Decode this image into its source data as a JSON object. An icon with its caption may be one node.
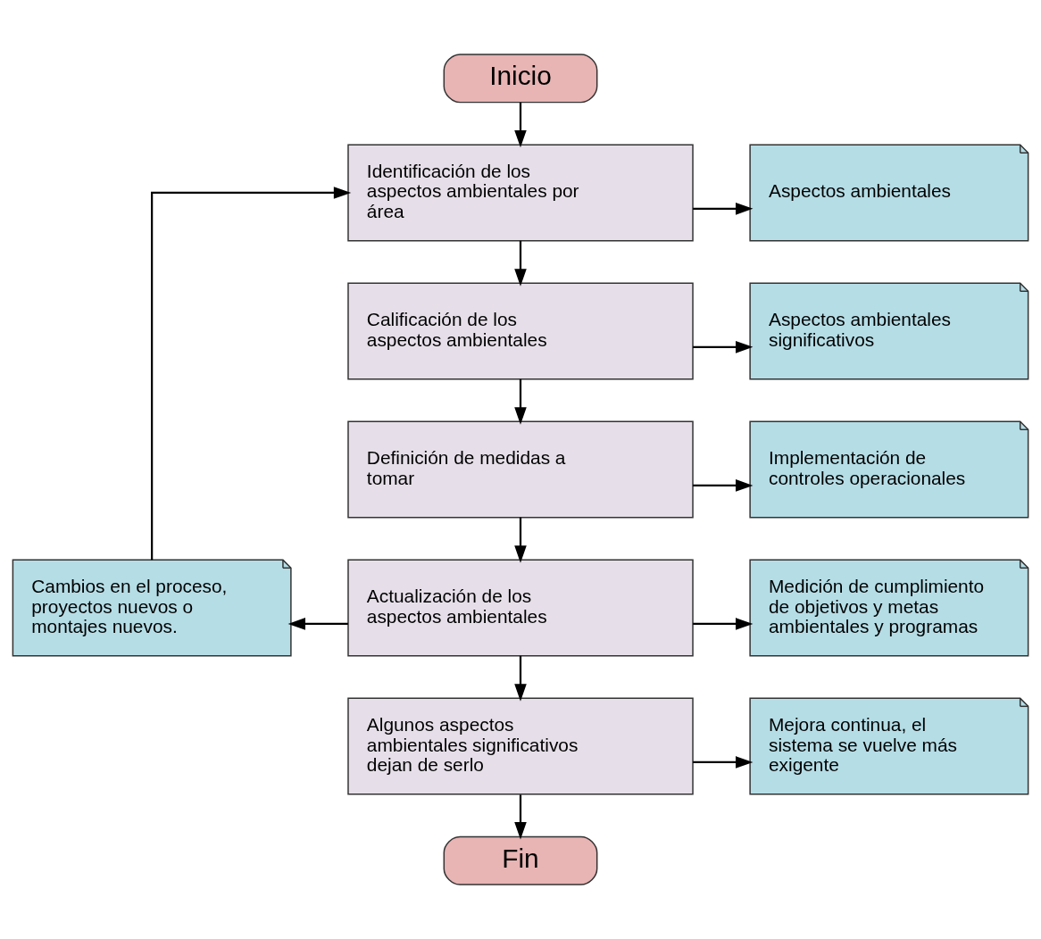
{
  "diagram": {
    "nodes": [
      {
        "text": [
          "Inicio"
        ]
      },
      {
        "text": [
          "Identificación de los aspectos ambientales por área"
        ]
      },
      {
        "text": [
          "Aspectos ambientales"
        ]
      },
      {
        "text": [
          "Calificación de los aspectos ambientales"
        ]
      },
      {
        "text": [
          "Aspectos ambientales significativos"
        ]
      },
      {
        "text": [
          "Definición de medidas a tomar"
        ]
      },
      {
        "text": [
          "Implementación de controles operacionales"
        ]
      },
      {
        "text": [
          "Cambios en el proceso, proyectos nuevos o montajes nuevos."
        ]
      },
      {
        "text": [
          "Actualización de los aspectos ambientales"
        ]
      },
      {
        "text": [
          "Medición de cumplimiento de objetivos y metas ambientales y programas"
        ]
      },
      {
        "text": [
          "Algunos aspectos ambientales significativos dejan de serlo"
        ]
      },
      {
        "text": [
          "Mejora continua, el sistema se vuelve más exigente"
        ]
      },
      {
        "text": [
          "Fin"
        ]
      }
    ],
    "edges": [
      {
        "from": 0,
        "to": 1,
        "arrow": "to"
      },
      {
        "from": 1,
        "to": 2,
        "arrow": "to"
      },
      {
        "from": 1,
        "to": 3,
        "arrow": "to"
      },
      {
        "from": 3,
        "to": 4,
        "arrow": "to"
      },
      {
        "from": 3,
        "to": 5,
        "arrow": "to"
      },
      {
        "from": 5,
        "to": 6,
        "arrow": "to"
      },
      {
        "from": 5,
        "to": 8,
        "arrow": "to"
      },
      {
        "from": 8,
        "to": 7,
        "arrow": "to"
      },
      {
        "from": 8,
        "to": 9,
        "arrow": "to"
      },
      {
        "from": 8,
        "to": 10,
        "arrow": "to"
      },
      {
        "from": 10,
        "to": 11,
        "arrow": "to"
      },
      {
        "from": 10,
        "to": 12,
        "arrow": "to"
      },
      {
        "from": 7,
        "to": 1,
        "arrow": "to"
      }
    ]
  }
}
